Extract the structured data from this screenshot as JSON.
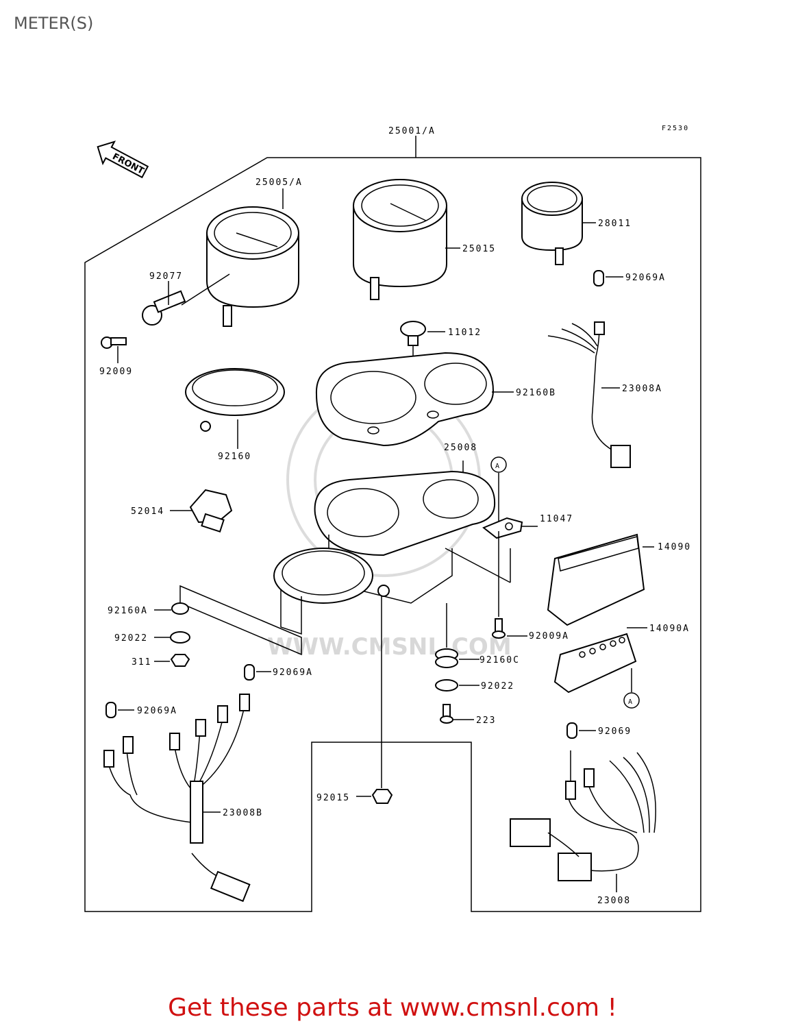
{
  "page": {
    "title": "METER(S)"
  },
  "diagram": {
    "figure_code": "F2530",
    "front_label": "FRONT",
    "watermark": "WWW.CMSNL.COM",
    "callout_a": "A",
    "parts": {
      "p25001A": "25001/A",
      "p25005A": "25005/A",
      "p25015": "25015",
      "p28011": "28011",
      "p92069A_top": "92069A",
      "p92077": "92077",
      "p11012": "11012",
      "p92009": "92009",
      "p92160B": "92160B",
      "p23008A": "23008A",
      "p92160": "92160",
      "p25008": "25008",
      "p52014": "52014",
      "p11047": "11047",
      "p14090": "14090",
      "p92160A": "92160A",
      "p92022_left": "92022",
      "p311": "311",
      "p92009A": "92009A",
      "p14090A": "14090A",
      "p92069A_mid": "92069A",
      "p92160C": "92160C",
      "p92069A_left": "92069A",
      "p92022_right": "92022",
      "p223": "223",
      "p92069": "92069",
      "p92015": "92015",
      "p23008B": "23008B",
      "p23008": "23008"
    }
  },
  "promo": {
    "text": "Get these parts at www.cmsnl.com !",
    "color": "#d01010"
  }
}
